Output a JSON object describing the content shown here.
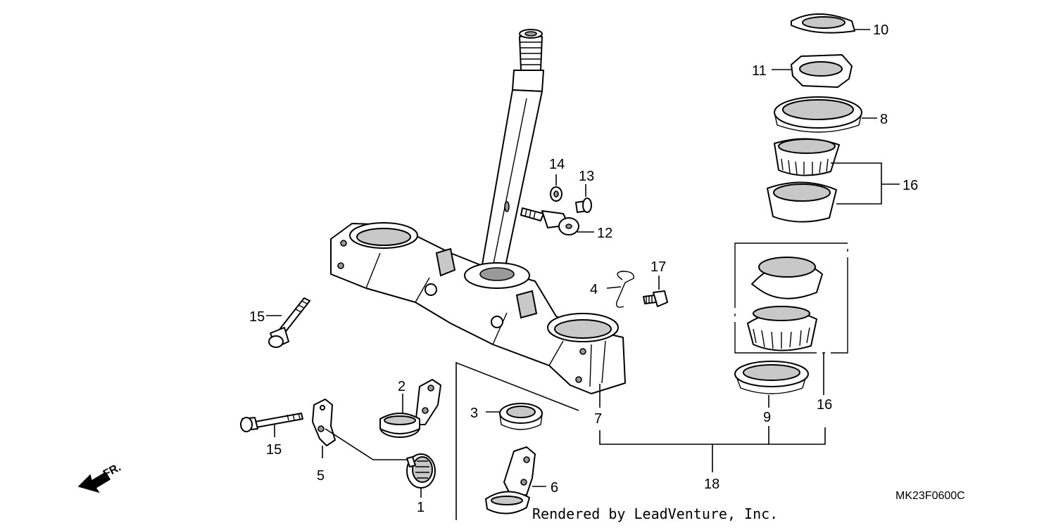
{
  "callouts": [
    {
      "id": "c10",
      "text": "10"
    },
    {
      "id": "c11",
      "text": "11"
    },
    {
      "id": "c8",
      "text": "8"
    },
    {
      "id": "c16a",
      "text": "16"
    },
    {
      "id": "c14",
      "text": "14"
    },
    {
      "id": "c13",
      "text": "13"
    },
    {
      "id": "c12",
      "text": "12"
    },
    {
      "id": "c17",
      "text": "17"
    },
    {
      "id": "c4",
      "text": "4"
    },
    {
      "id": "c15a",
      "text": "15"
    },
    {
      "id": "c2",
      "text": "2"
    },
    {
      "id": "c3",
      "text": "3"
    },
    {
      "id": "c7",
      "text": "7"
    },
    {
      "id": "c9",
      "text": "9"
    },
    {
      "id": "c16b",
      "text": "16"
    },
    {
      "id": "c15b",
      "text": "15"
    },
    {
      "id": "c5",
      "text": "5"
    },
    {
      "id": "c6",
      "text": "6"
    },
    {
      "id": "c18",
      "text": "18"
    },
    {
      "id": "c1",
      "text": "1"
    }
  ],
  "direction_label": "FR.",
  "diagram_code": "MK23F0600C",
  "credit": "Rendered by LeadVenture, Inc."
}
